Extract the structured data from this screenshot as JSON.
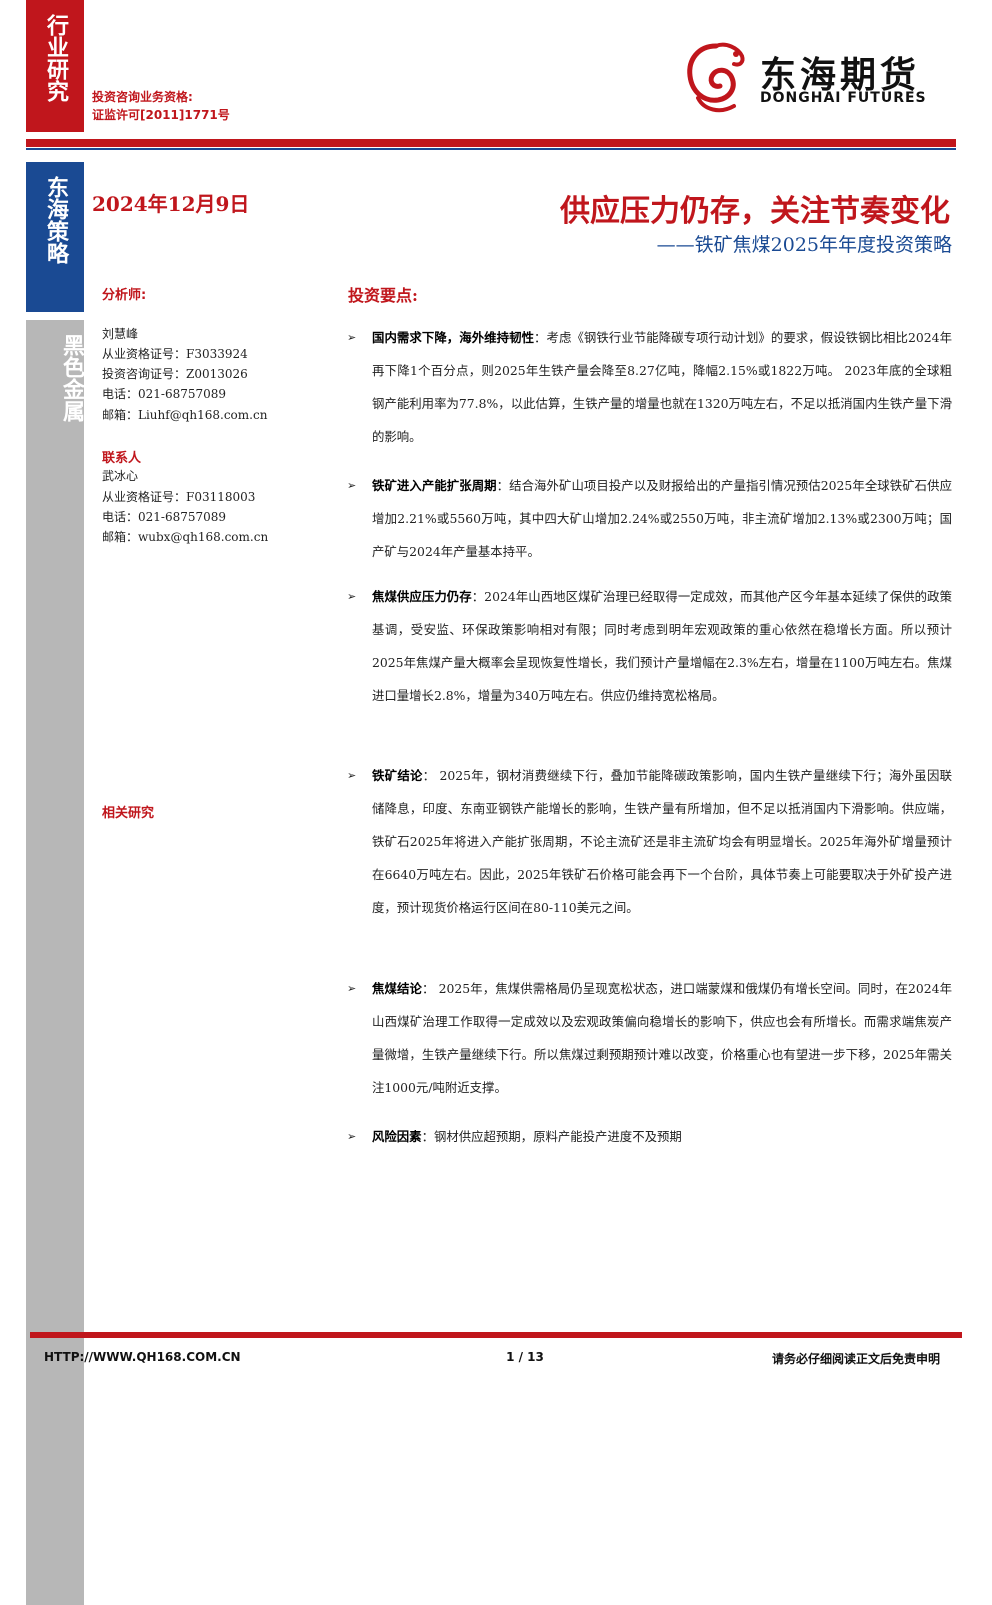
{
  "tabs": {
    "industry": "行业研究",
    "strategy": "东海策略",
    "sector": "黑色金属"
  },
  "qualification": {
    "line1": "投资咨询业务资格:",
    "line2": "证监许可[2011]1771号"
  },
  "logo": {
    "cn": "东海期货",
    "en": "DONGHAI FUTURES"
  },
  "report": {
    "date": "2024年12月9日",
    "title": "供应压力仍存，关注节奏变化",
    "subtitle": "——铁矿焦煤2025年年度投资策略"
  },
  "analyst": {
    "heading": "分析师:",
    "name": "刘慧峰",
    "cert1": "从业资格证号：F3033924",
    "cert2": "投资咨询证号：Z0013026",
    "phone": "电话：021-68757089",
    "email": "邮箱：Liuhf@qh168.com.cn"
  },
  "contact": {
    "heading": "联系人",
    "name": "武冰心",
    "cert1": "从业资格证号：F03118003",
    "phone": "电话：021-68757089",
    "email": "邮箱：wubx@qh168.com.cn"
  },
  "related": {
    "heading": "相关研究"
  },
  "key_points": {
    "heading": "投资要点:",
    "items": [
      {
        "lead": "国内需求下降，海外维持韧性",
        "text": "：考虑《钢铁行业节能降碳专项行动计划》的要求，假设铁钢比相比2024年再下降1个百分点，则2025年生铁产量会降至8.27亿吨，降幅2.15%或1822万吨。 2023年底的全球粗钢产能利用率为77.8%，以此估算，生铁产量的增量也就在1320万吨左右，不足以抵消国内生铁产量下滑的影响。"
      },
      {
        "lead": "铁矿进入产能扩张周期",
        "text": "：结合海外矿山项目投产以及财报给出的产量指引情况预估2025年全球铁矿石供应增加2.21%或5560万吨，其中四大矿山增加2.24%或2550万吨，非主流矿增加2.13%或2300万吨；国产矿与2024年产量基本持平。"
      },
      {
        "lead": "焦煤供应压力仍存",
        "text": "：2024年山西地区煤矿治理已经取得一定成效，而其他产区今年基本延续了保供的政策基调，受安监、环保政策影响相对有限；同时考虑到明年宏观政策的重心依然在稳增长方面。所以预计2025年焦煤产量大概率会呈现恢复性增长，我们预计产量增幅在2.3%左右，增量在1100万吨左右。焦煤进口量增长2.8%，增量为340万吨左右。供应仍维持宽松格局。"
      },
      {
        "lead": "铁矿结论",
        "text": "：  2025年，钢材消费继续下行，叠加节能降碳政策影响，国内生铁产量继续下行；海外虽因联储降息，印度、东南亚钢铁产能增长的影响，生铁产量有所增加，但不足以抵消国内下滑影响。供应端，铁矿石2025年将进入产能扩张周期，不论主流矿还是非主流矿均会有明显增长。2025年海外矿增量预计在6640万吨左右。因此，2025年铁矿石价格可能会再下一个台阶，具体节奏上可能要取决于外矿投产进度，预计现货价格运行区间在80-110美元之间。"
      },
      {
        "lead": "焦煤结论",
        "text": "：  2025年，焦煤供需格局仍呈现宽松状态，进口端蒙煤和俄煤仍有增长空间。同时，在2024年山西煤矿治理工作取得一定成效以及宏观政策偏向稳增长的影响下，供应也会有所增长。而需求端焦炭产量微增，生铁产量继续下行。所以焦煤过剩预期预计难以改变，价格重心也有望进一步下移，2025年需关注1000元/吨附近支撑。"
      },
      {
        "lead": "风险因素",
        "text": "：钢材供应超预期，原料产能投产进度不及预期"
      }
    ]
  },
  "footer": {
    "url": "HTTP://WWW.QH168.COM.CN",
    "page": "1 / 13",
    "disclaimer": "请务必仔细阅读正文后免责申明"
  },
  "colors": {
    "red": "#c0161c",
    "blue": "#1a4a93",
    "gray": "#b7b7b7"
  }
}
